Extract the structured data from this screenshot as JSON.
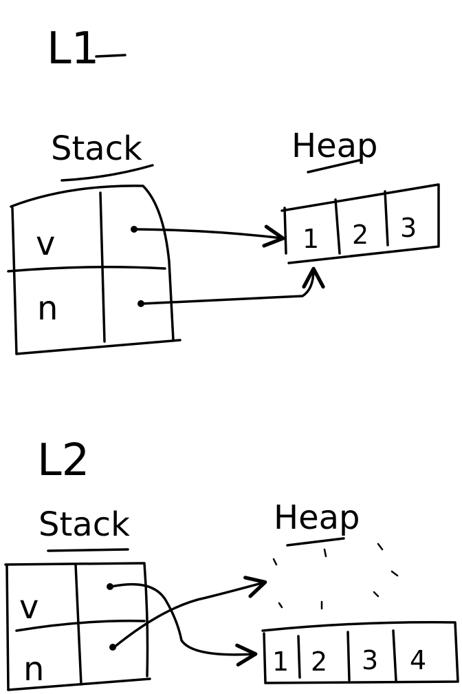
{
  "diagrams": [
    {
      "label": "L1",
      "stack": {
        "title": "Stack",
        "vars": [
          {
            "name": "v"
          },
          {
            "name": "n"
          }
        ]
      },
      "heap": {
        "title": "Heap",
        "arrays": [
          {
            "values": [
              "1",
              "2",
              "3"
            ]
          }
        ]
      }
    },
    {
      "label": "L2",
      "stack": {
        "title": "Stack",
        "vars": [
          {
            "name": "v"
          },
          {
            "name": "n"
          }
        ]
      },
      "heap": {
        "title": "Heap",
        "arrays": [
          {
            "values": [
              "1",
              "2",
              "3",
              "4"
            ]
          }
        ]
      }
    }
  ]
}
